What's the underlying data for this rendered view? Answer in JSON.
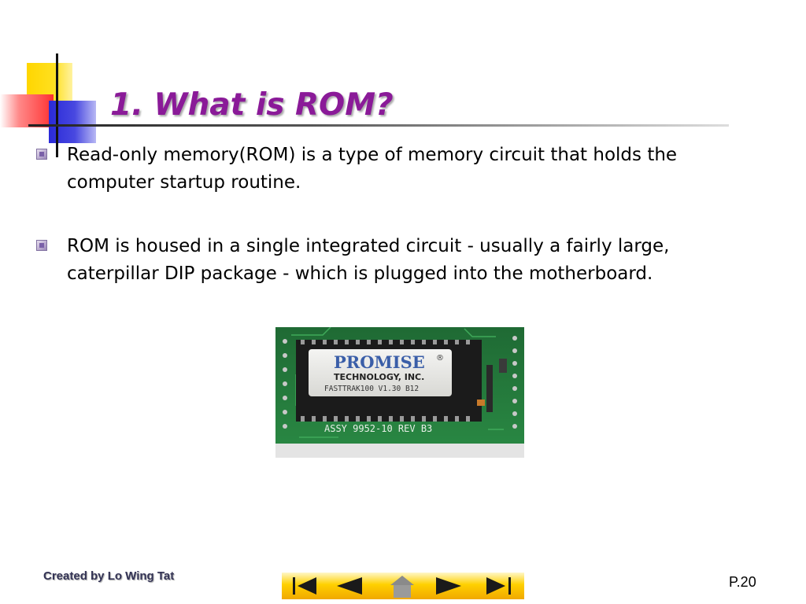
{
  "slide": {
    "title": "1. What is ROM?",
    "bullets": [
      "Read-only memory(ROM) is a type of memory circuit that holds the computer startup routine.",
      "ROM is housed in a single integrated circuit - usually a fairly large, caterpillar DIP package - which is plugged into the motherboard."
    ]
  },
  "image": {
    "chip_brand": "PROMISE",
    "chip_registered": "®",
    "chip_company": "TECHNOLOGY, INC.",
    "chip_firmware": "FASTTRAK100 V1.30 B12",
    "board_marking": "ASSY 9952-10 REV B3"
  },
  "footer": {
    "credit": "Created by Lo Wing Tat",
    "page": "P.20"
  },
  "navigation": {
    "buttons": [
      "first-slide-icon",
      "previous-slide-icon",
      "home-icon",
      "next-slide-icon",
      "last-slide-icon"
    ]
  },
  "colors": {
    "title": "#8a1a98",
    "nav_button": "#ffd000",
    "nav_icon": "#1a1a1a",
    "pcb_green": "#1f7a3a"
  }
}
